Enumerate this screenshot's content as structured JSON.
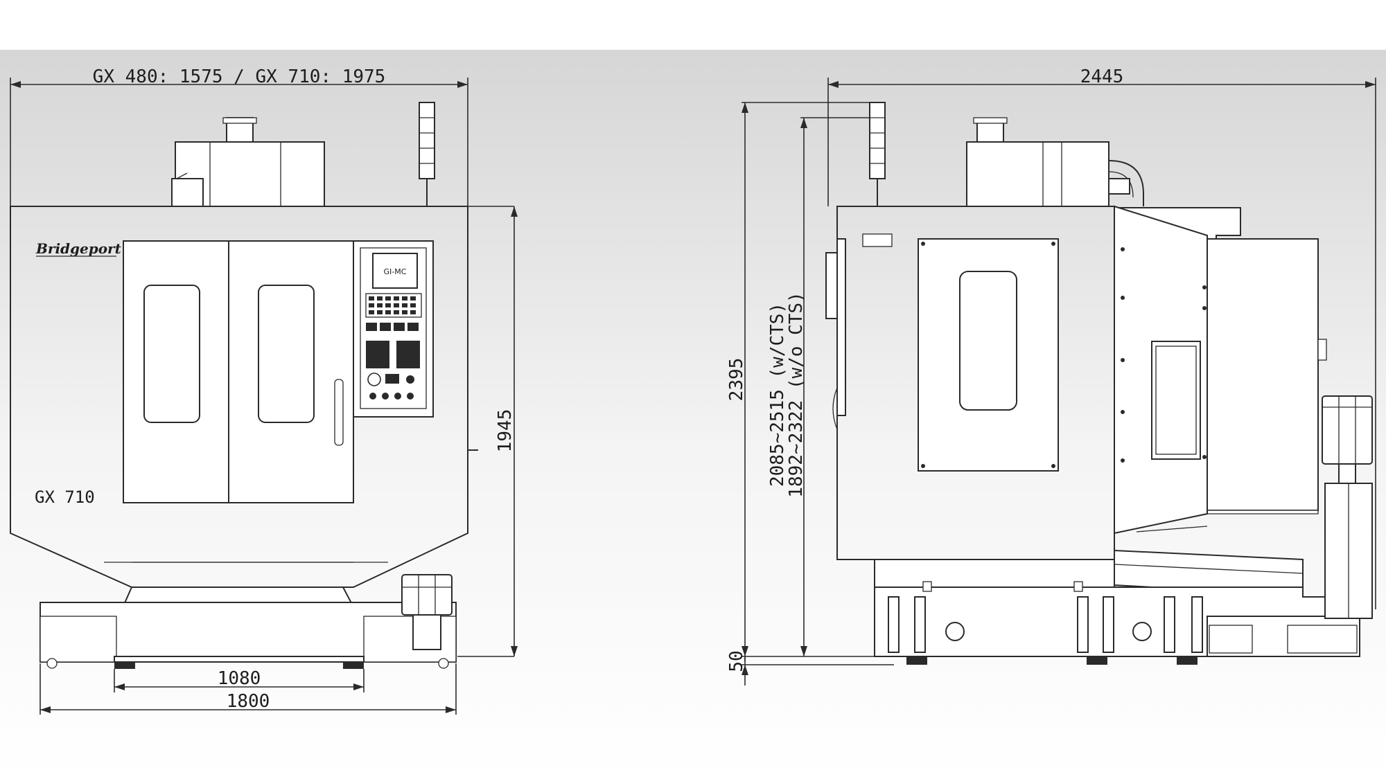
{
  "front_view": {
    "overall_width_label": "GX 480: 1575 / GX 710: 1975",
    "height_label": "1945",
    "base_width_label": "1080",
    "floor_width_label": "1800",
    "brand_text": "Bridgeport",
    "model_label": "GX 710",
    "control_screen_text": "GI-MC"
  },
  "side_view": {
    "overall_width_label": "2445",
    "overall_height_label": "2395",
    "cts_height_label": "2085~2515 (w/CTS)",
    "no_cts_height_label": "1892~2322 (w/o CTS)",
    "foot_height_label": "50"
  }
}
